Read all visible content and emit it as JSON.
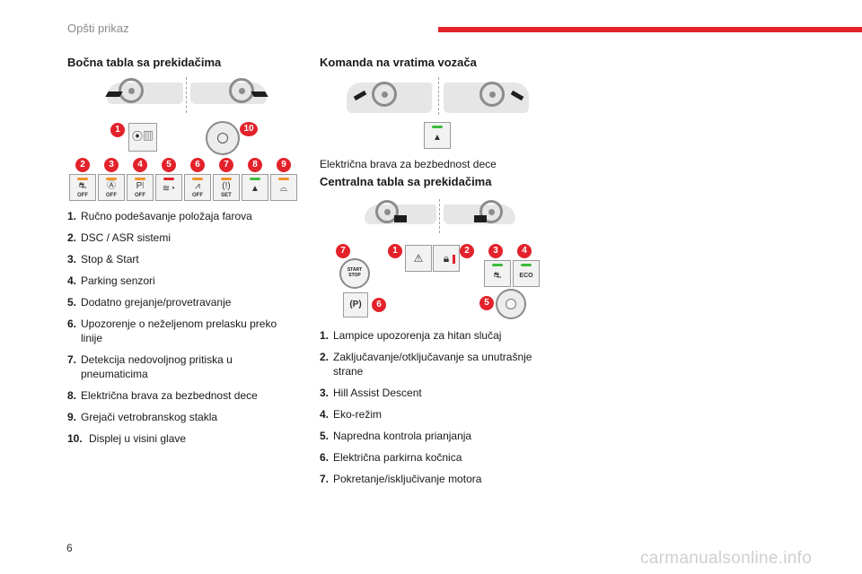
{
  "header": {
    "title": "Opšti prikaz"
  },
  "page_number": "6",
  "watermark": "carmanualsonline.info",
  "colors": {
    "accent": "#e3222b",
    "led_orange": "#f0922a",
    "led_red": "#e3222b",
    "led_green": "#3dbb3d"
  },
  "left": {
    "title": "Bočna tabla sa prekidačima",
    "buttons": [
      {
        "icon": "esc-off-icon",
        "glyph": "⛐",
        "label": "OFF",
        "led": "orange"
      },
      {
        "icon": "stop-start-icon",
        "glyph": "Ⓐ",
        "label": "OFF",
        "led": "orange"
      },
      {
        "icon": "parking-sensors-icon",
        "glyph": "P⦚",
        "label": "OFF",
        "led": "orange"
      },
      {
        "icon": "heating-icon",
        "glyph": "≋◔",
        "label": "",
        "led": "red"
      },
      {
        "icon": "lane-departure-icon",
        "glyph": "⩘",
        "label": "OFF",
        "led": "orange"
      },
      {
        "icon": "tyre-pressure-icon",
        "glyph": "(!)",
        "label": "SET",
        "led": "orange"
      },
      {
        "icon": "child-lock-icon",
        "glyph": "▲",
        "label": "",
        "led": "green"
      },
      {
        "icon": "windscreen-heating-icon",
        "glyph": "⌓",
        "label": "",
        "led": "orange"
      }
    ],
    "items": [
      {
        "num": "1.",
        "text": "Ručno podešavanje položaja farova"
      },
      {
        "num": "2.",
        "text": "DSC / ASR sistemi"
      },
      {
        "num": "3.",
        "text": "Stop & Start"
      },
      {
        "num": "4.",
        "text": "Parking senzori"
      },
      {
        "num": "5.",
        "text": "Dodatno grejanje/provetravanje"
      },
      {
        "num": "6.",
        "text": "Upozorenje o neželjenom prelasku preko linije"
      },
      {
        "num": "7.",
        "text": "Detekcija nedovoljnog pritiska u pneumaticima"
      },
      {
        "num": "8.",
        "text": "Električna brava za bezbednost dece"
      },
      {
        "num": "9.",
        "text": "Grejači vetrobranskog stakla"
      },
      {
        "num": "10.",
        "text": "Displej u visini glave"
      }
    ]
  },
  "right": {
    "door_title": "Komanda na vratima vozača",
    "door_caption": "Električna brava za bezbednost dece",
    "center_title": "Centralna tabla sa prekidačima",
    "start_stop_label": "START STOP",
    "eco_label": "ECO",
    "parking_label": "(P)",
    "items": [
      {
        "num": "1.",
        "text": "Lampice upozorenja za hitan slučaj"
      },
      {
        "num": "2.",
        "text": "Zaključavanje/otključavanje sa unutrašnje strane"
      },
      {
        "num": "3.",
        "text": "Hill Assist Descent"
      },
      {
        "num": "4.",
        "text": "Eko-režim"
      },
      {
        "num": "5.",
        "text": "Napredna kontrola prianjanja"
      },
      {
        "num": "6.",
        "text": "Električna parkirna kočnica"
      },
      {
        "num": "7.",
        "text": "Pokretanje/isključivanje motora"
      }
    ]
  }
}
